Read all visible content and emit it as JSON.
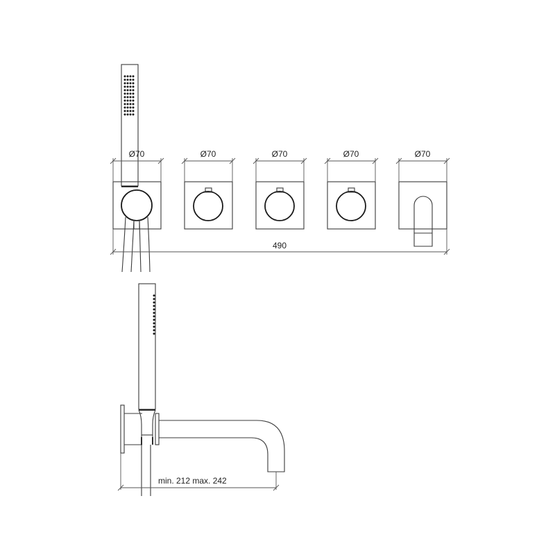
{
  "drawing": {
    "front_view": {
      "modules": [
        {
          "id": "handshower-holder",
          "dimension_label": "Ø70"
        },
        {
          "id": "thermostat-1",
          "dimension_label": "Ø70"
        },
        {
          "id": "thermostat-2",
          "dimension_label": "Ø70"
        },
        {
          "id": "thermostat-3",
          "dimension_label": "Ø70"
        },
        {
          "id": "spout",
          "dimension_label": "Ø70"
        }
      ],
      "overall_width_label": "490"
    },
    "side_view": {
      "projection_label": "min. 212 max. 242"
    },
    "colors": {
      "line": "#3a3a3a",
      "background": "#ffffff"
    }
  }
}
